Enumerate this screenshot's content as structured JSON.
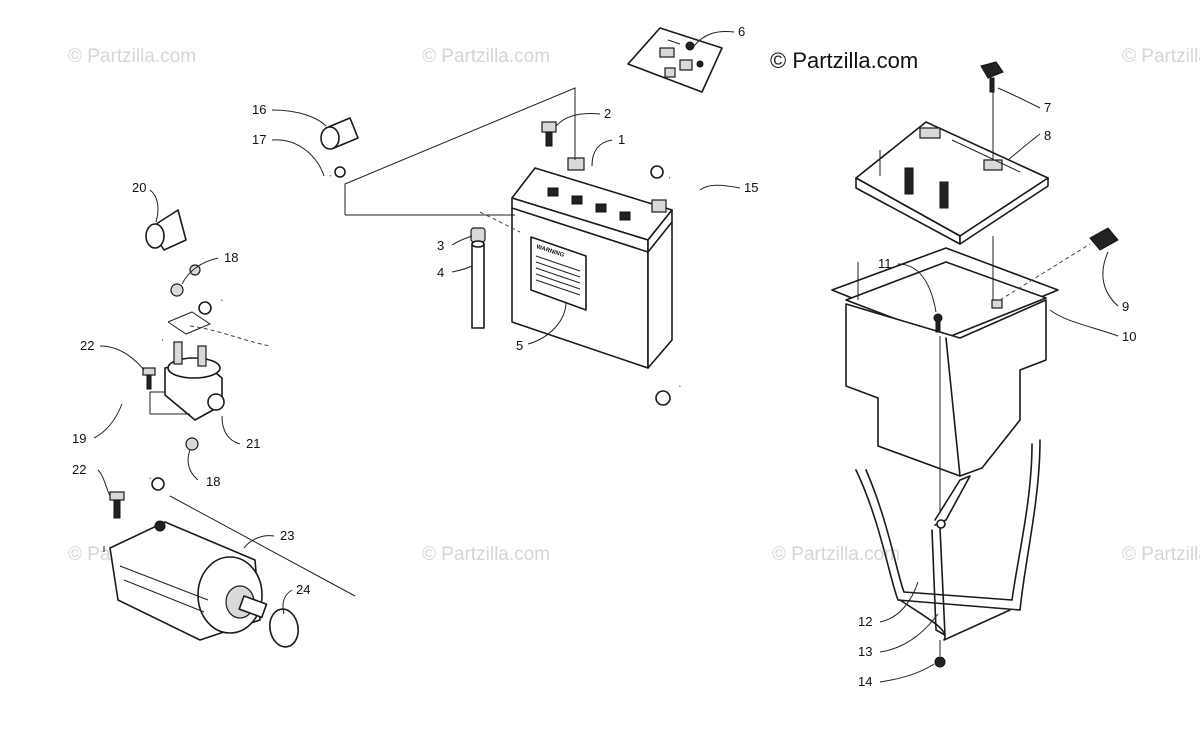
{
  "brand": "© Partzilla.com",
  "watermark": "© Partzilla.com",
  "battery_label": "WARNING",
  "callouts": [
    "1",
    "2",
    "3",
    "4",
    "5",
    "6",
    "7",
    "8",
    "9",
    "10",
    "11",
    "12",
    "13",
    "14",
    "15",
    "16",
    "17",
    "18",
    "18",
    "19",
    "20",
    "21",
    "22",
    "22",
    "23",
    "24"
  ]
}
